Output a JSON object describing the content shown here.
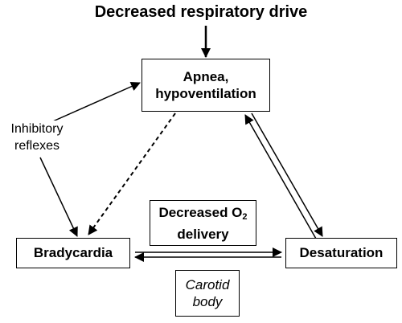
{
  "title": "Decreased respiratory drive",
  "nodes": {
    "apnea": {
      "line1": "Apnea,",
      "line2": "hypoventilation"
    },
    "bradycardia": {
      "label": "Bradycardia"
    },
    "desaturation": {
      "label": "Desaturation"
    },
    "o2_delivery": {
      "line1_pre": "Decreased O",
      "line1_sub": "2",
      "line2": "delivery"
    },
    "carotid_body": {
      "line1": "Carotid",
      "line2": "body"
    }
  },
  "edge_labels": {
    "inhibitory_reflexes": "Inhibitory reflexes"
  }
}
